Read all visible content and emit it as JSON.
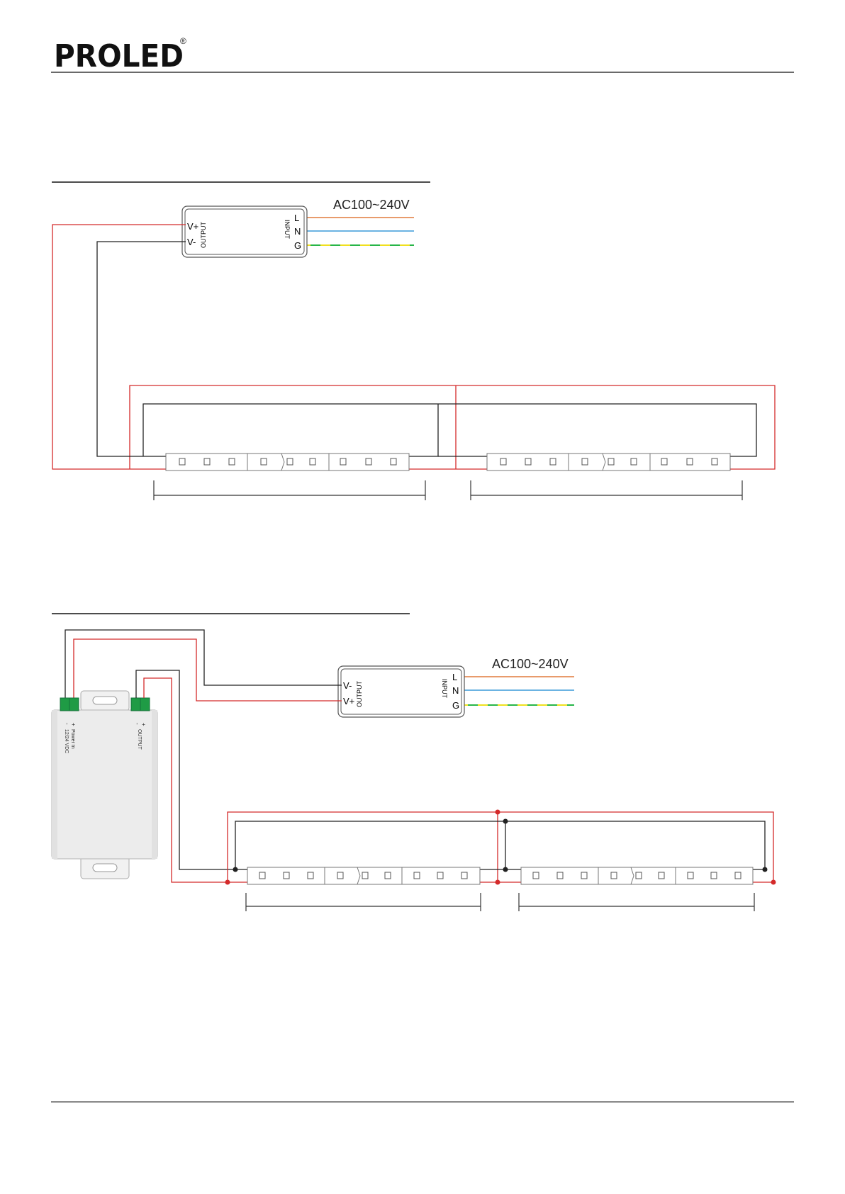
{
  "brand": {
    "logo_text": "PROLED",
    "registered_mark": "®"
  },
  "colors": {
    "positive_wire": "#d42a2a",
    "negative_wire": "#222222",
    "live_wire": "#e07a3c",
    "neutral_wire": "#3a9ad9",
    "ground_wire_a": "#f0e020",
    "ground_wire_b": "#27b548",
    "connector_green": "#1f9b45",
    "rule_line": "#111111"
  },
  "diagram_1": {
    "supply_label": "AC100~240V",
    "psu": {
      "v_plus": "V+",
      "v_minus": "V-",
      "output_label": "OUTPUT",
      "input_label": "INPUT",
      "l": "L",
      "n": "N",
      "g": "G"
    }
  },
  "diagram_2": {
    "supply_label": "AC100~240V",
    "psu": {
      "v_plus": "V+",
      "v_minus": "V-",
      "output_label": "OUTPUT",
      "input_label": "INPUT",
      "l": "L",
      "n": "N",
      "g": "G"
    },
    "amplifier": {
      "power_in_label": "Power In",
      "voltage_label": "12/24 VDC",
      "output_label": "OUTPUT",
      "plus": "+",
      "minus": "-"
    }
  }
}
